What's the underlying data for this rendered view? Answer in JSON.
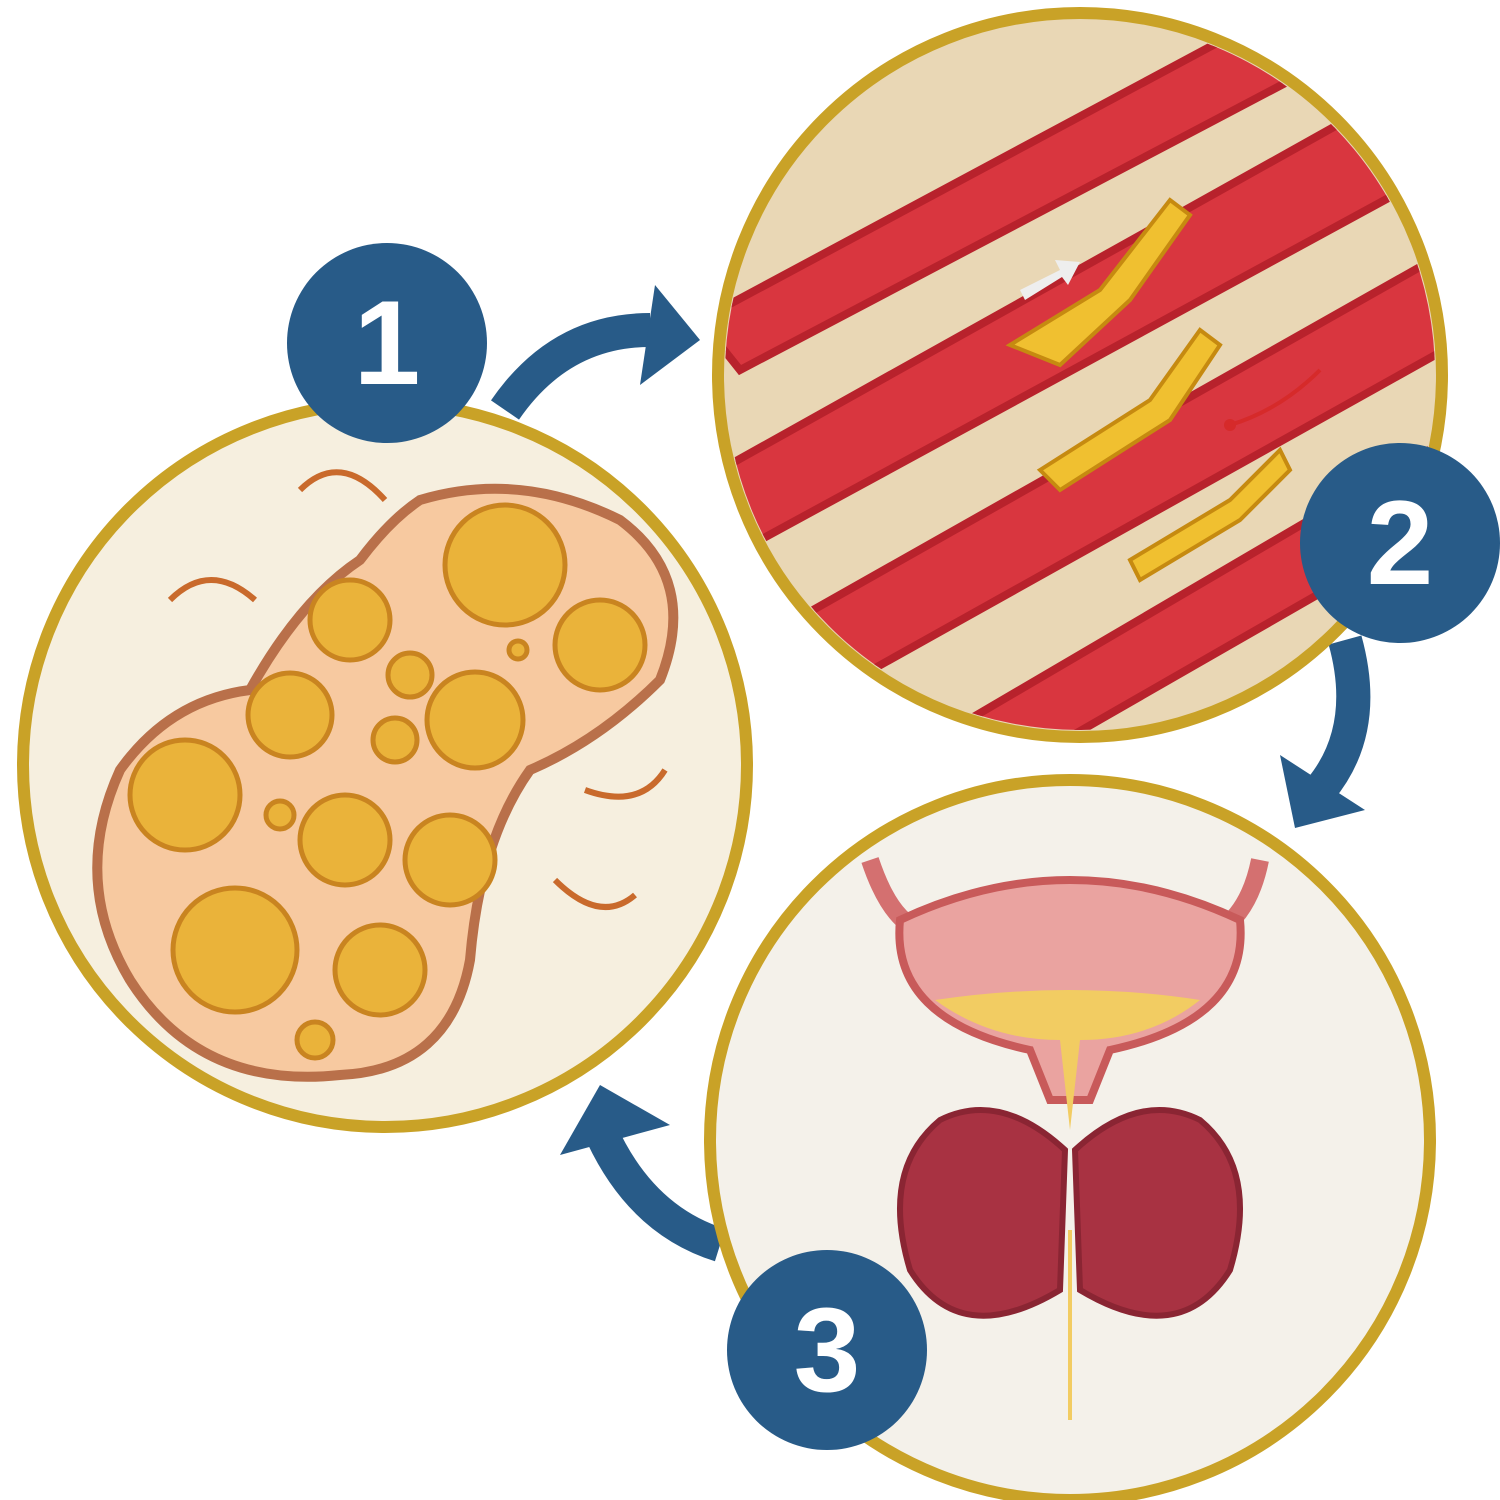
{
  "steps": [
    {
      "number": "1",
      "panel": "fat-tissue-cells"
    },
    {
      "number": "2",
      "panel": "blood-vessels-with-clots"
    },
    {
      "number": "3",
      "panel": "bladder-and-prostate"
    }
  ],
  "colors": {
    "badge": "#285b88",
    "arrow": "#285b88",
    "frame": "#c9a227",
    "panel_bg": "#f5efe0"
  }
}
